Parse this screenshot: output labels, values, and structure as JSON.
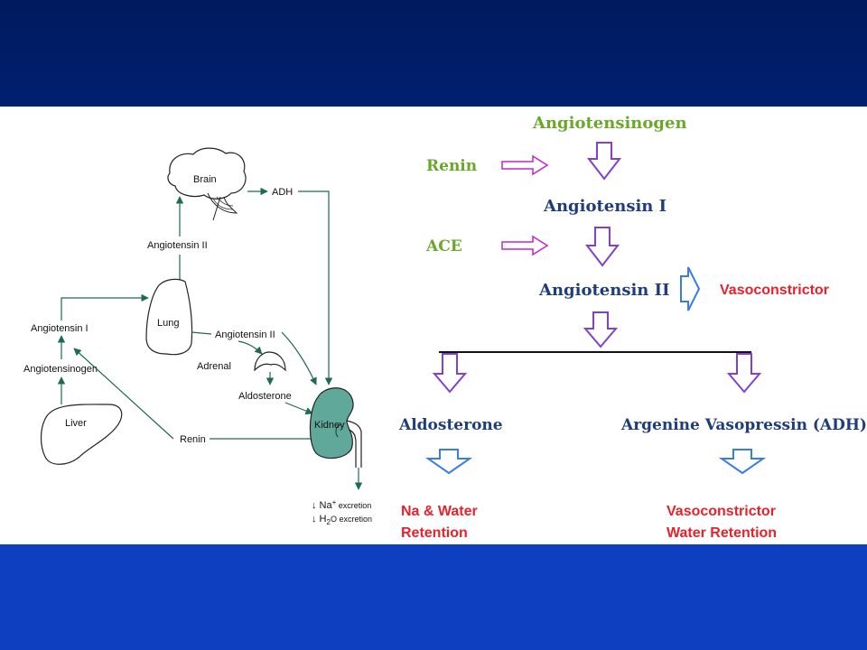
{
  "left_diagram": {
    "brain": "Brain",
    "adh": "ADH",
    "angiotensin_ii_top": "Angiotensin II",
    "lung": "Lung",
    "angiotensin_i": "Angiotensin I",
    "angiotensinogen": "Angiotensinogen",
    "angiotensin_ii_mid": "Angiotensin II",
    "adrenal": "Adrenal",
    "aldosterone": "Aldosterone",
    "kidney": "Kidney",
    "liver": "Liver",
    "renin": "Renin",
    "na_excretion_prefix": "↓ Na",
    "na_excretion_sup": "+",
    "na_excretion_suffix": " excretion",
    "h2o_excretion_prefix": "↓ H",
    "h2o_excretion_sub": "2",
    "h2o_excretion_suffix": "O excretion"
  },
  "right_flow": {
    "angiotensinogen": "Angiotensinogen",
    "renin": "Renin",
    "angiotensin_i": "Angiotensin I",
    "ace": "ACE",
    "angiotensin_ii": "Angiotensin II",
    "vasoconstrictor": "Vasoconstrictor",
    "aldosterone": "Aldosterone",
    "avp": "Argenine Vasopressin (ADH)",
    "na_water_line1": "Na & Water",
    "na_water_line2": "Retention",
    "vaso_water_line1": "Vasoconstrictor",
    "vaso_water_line2": "Water Retention"
  },
  "colors": {
    "top_band": "#001f70",
    "bottom_band": "#0d3fc0",
    "diagram_green": "#1e6b50",
    "kidney_fill": "#5fa89a",
    "flow_green": "#6aa82a",
    "flow_navy": "#1f3d7a",
    "flow_red": "#e8212b",
    "arrow_magenta": "#c026c9",
    "arrow_purple": "#8040d0",
    "arrow_blue": "#3a7de0"
  }
}
